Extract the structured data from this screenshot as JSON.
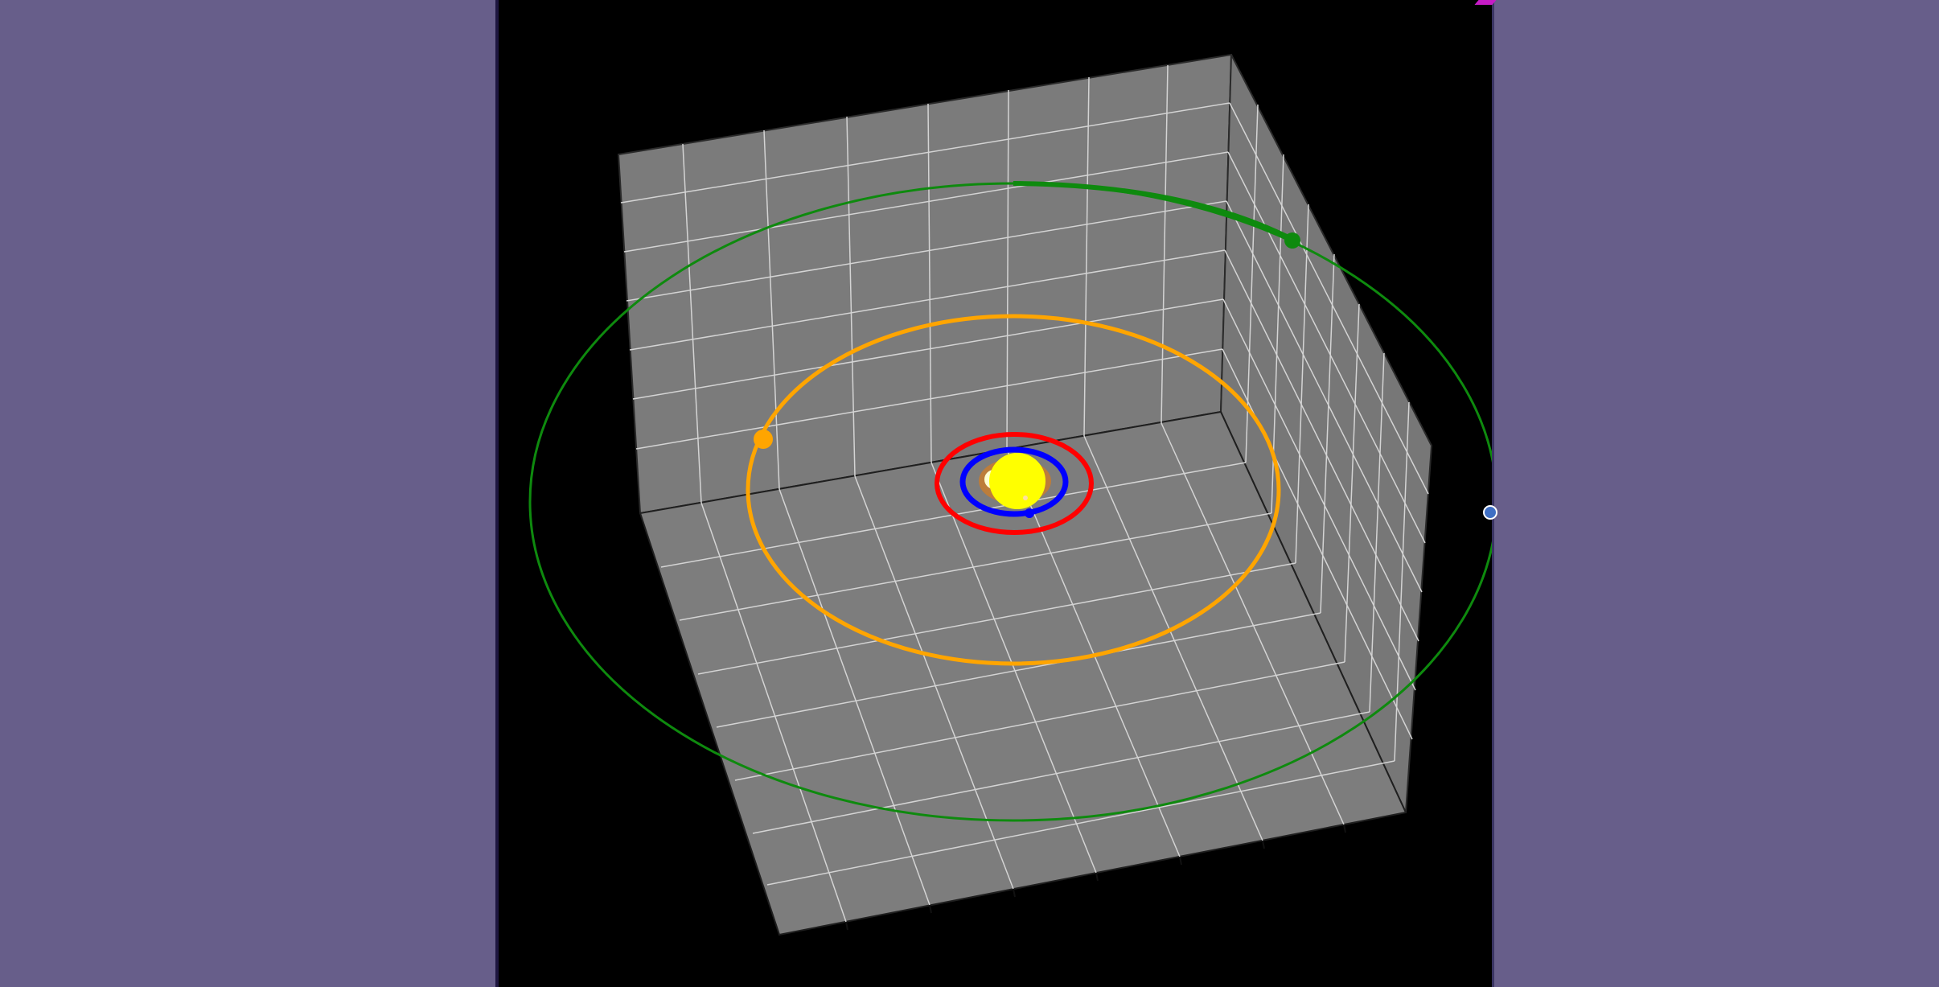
{
  "scene": {
    "background_color": "#000000",
    "panel_color": "#675e8a",
    "grid": true,
    "grid_face_color": "#7a7a7a",
    "grid_line_color": "#cfcfcf",
    "sun_color": "#ffff00",
    "sun_glow_color": "#ffffcc"
  },
  "planets": [
    {
      "name": "mercury",
      "color": "#c87c2e",
      "orbit_style": "thin"
    },
    {
      "name": "venus",
      "color": "#ffb0c0",
      "orbit_style": "thin"
    },
    {
      "name": "earth",
      "color": "#0000ff",
      "orbit_style": "thick"
    },
    {
      "name": "mars",
      "color": "#ff0000",
      "orbit_style": "thick"
    },
    {
      "name": "jupiter",
      "color": "#ffa500",
      "orbit_style": "thick"
    },
    {
      "name": "saturn",
      "color": "#008000",
      "orbit_style": "medium"
    }
  ],
  "controls": {
    "splitter_handle_icon": "circle-handle-icon",
    "splitter_handle_color": "#3f6fc4",
    "corner_marker_color": "#c61cc6"
  }
}
